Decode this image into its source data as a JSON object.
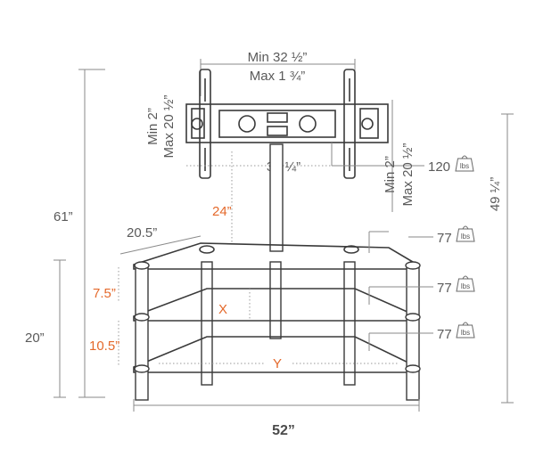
{
  "colors": {
    "accent": "#e4692b",
    "line": "#3a3a3a",
    "dimension": "#8a8a8a",
    "text": "#5a5a5a"
  },
  "dimensions": {
    "min_width": "Min 32 ½”",
    "max_width": "Max 1 ¾”",
    "min_height_left": "Min 2”",
    "max_height_left": "Max 20 ½”",
    "min_height_right": "Min 2”",
    "max_height_right": "Max 20 ½”",
    "bracket_width": "34 ¼”",
    "tv_weight": "120",
    "total_height": "61”",
    "pole_height": "24”",
    "depth": "20.5”",
    "top_shelf_weight": "77",
    "mid_shelf_weight": "77",
    "bottom_shelf_weight": "77",
    "shelf_gap_upper": "7.5”",
    "shelf_gap_lower": "10.5”",
    "x_label": "X",
    "y_label": "Y",
    "base_height": "20”",
    "right_height": "49 ¼”",
    "total_width": "52”"
  },
  "weight_unit": "lbs",
  "icons": [
    "weight-icon"
  ]
}
